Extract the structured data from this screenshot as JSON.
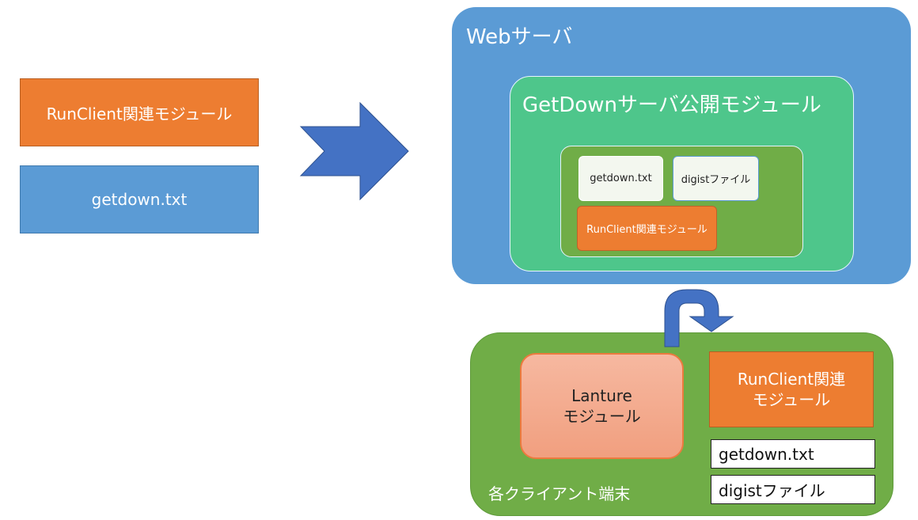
{
  "left": {
    "runclient_label": "RunClient関連モジュール",
    "getdown_label": "getdown.txt"
  },
  "web_server": {
    "label": "Webサーバ",
    "module": {
      "label": "GetDownサーバ公開モジュール",
      "files": {
        "getdown": "getdown.txt",
        "digist": "digistファイル",
        "runclient": "RunClient関連モジュール"
      }
    }
  },
  "client": {
    "label": "各クライアント端末",
    "lanture_line1": "Lanture",
    "lanture_line2": "モジュール",
    "runclient_line1": "RunClient関連",
    "runclient_line2": "モジュール",
    "getdown": "getdown.txt",
    "digist": "digistファイル"
  },
  "colors": {
    "orange": "#ed7d31",
    "blue": "#5b9bd5",
    "green_module": "#4ec68b",
    "green_client": "#70ad47",
    "arrow": "#4472c4"
  },
  "icons": {
    "big_arrow": "right-arrow",
    "uturn_arrow": "u-turn-arrow"
  }
}
